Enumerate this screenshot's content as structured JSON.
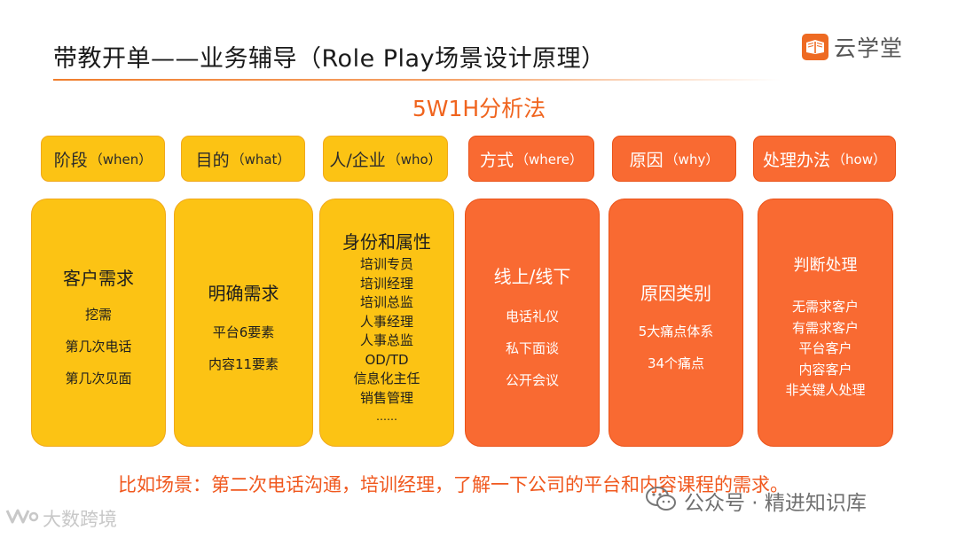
{
  "slide": {
    "title": "带教开单——业务辅导（Role Play场景设计原理）",
    "subtitle": "5W1H分析法",
    "example": "比如场景：第二次电话沟通，培训经理，了解一下公司的平台和内容课程的需求。"
  },
  "logo": {
    "text": "云学堂",
    "color": "#ee6a22"
  },
  "colors": {
    "yellow": "#fcc314",
    "orange": "#f96a32",
    "accent": "#f0641e"
  },
  "headers": [
    {
      "main": "阶段",
      "sub": "（when）"
    },
    {
      "main": "目的",
      "sub": "（what）"
    },
    {
      "main": "人/企业",
      "sub": "（who）"
    },
    {
      "main": "方式",
      "sub": "（where）"
    },
    {
      "main": "原因",
      "sub": "（why）"
    },
    {
      "main": "处理办法",
      "sub": "（how）"
    }
  ],
  "cards": [
    {
      "heading": "客户需求",
      "lines": [
        "挖需",
        "第几次电话",
        "第几次见面"
      ]
    },
    {
      "heading": "明确需求",
      "lines": [
        "平台6要素",
        "内容11要素"
      ]
    },
    {
      "heading": "身份和属性",
      "lines": [
        "培训专员",
        "培训经理",
        "培训总监",
        "人事经理",
        "人事总监",
        "OD/TD",
        "信息化主任",
        "销售管理",
        "……"
      ]
    },
    {
      "heading": "线上/线下",
      "lines": [
        "电话礼仪",
        "私下面谈",
        "公开会议"
      ]
    },
    {
      "heading": "原因类别",
      "lines": [
        "5大痛点体系",
        "34个痛点"
      ]
    },
    {
      "heading": "判断处理",
      "lines": [
        "无需求客户",
        "有需求客户",
        "平台客户",
        "内容客户",
        "非关键人处理"
      ]
    }
  ],
  "watermarks": {
    "left": {
      "text": "大数跨境",
      "icon": "wechat-channel-icon"
    },
    "right": {
      "text": "公众号 · 精进知识库",
      "icon": "wechat-icon"
    }
  }
}
